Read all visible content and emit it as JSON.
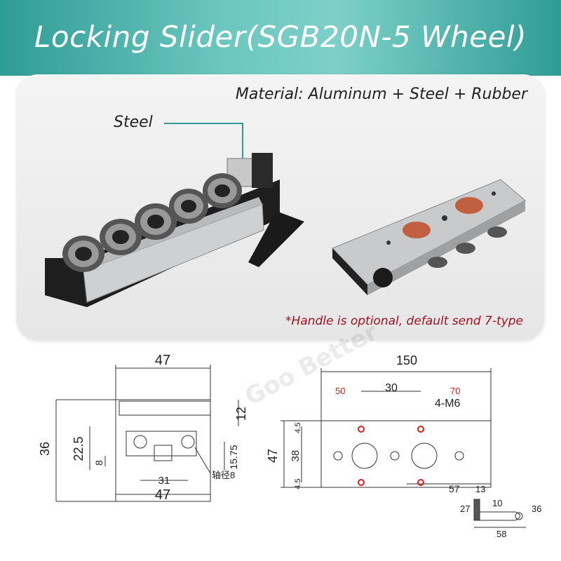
{
  "banner": {
    "title": "Locking Slider(SGB20N-5 Wheel)"
  },
  "photo": {
    "material": "Material: Aluminum + Steel + Rubber",
    "steel_label": "Steel",
    "note": "*Handle is optional, default send 7-type"
  },
  "watermark": {
    "text": "Goo Better"
  },
  "drawing_left": {
    "top_width": "47",
    "height_total": "36",
    "dim_12": "12",
    "dim_22_5": "22.5",
    "dim_8": "8",
    "dim_15_75": "15.75",
    "shaft_label": "轴径8",
    "dim_31": "31",
    "bottom_width": "47"
  },
  "drawing_right": {
    "length": "150",
    "dim_50": "50",
    "dim_30": "30",
    "dim_70": "70",
    "holes": "4-M6",
    "height": "47",
    "inner_height": "38",
    "dim_4_5_top": "4.5",
    "dim_4_5_bottom": "4.5",
    "dim_57": "57",
    "dim_13": "13"
  },
  "handle_drawing": {
    "dim_27": "27",
    "dim_10": "10",
    "dim_36": "36",
    "dim_58": "58"
  },
  "colors": {
    "banner": "#2f9c95",
    "note": "#a01020",
    "dim_red": "#d42020"
  }
}
